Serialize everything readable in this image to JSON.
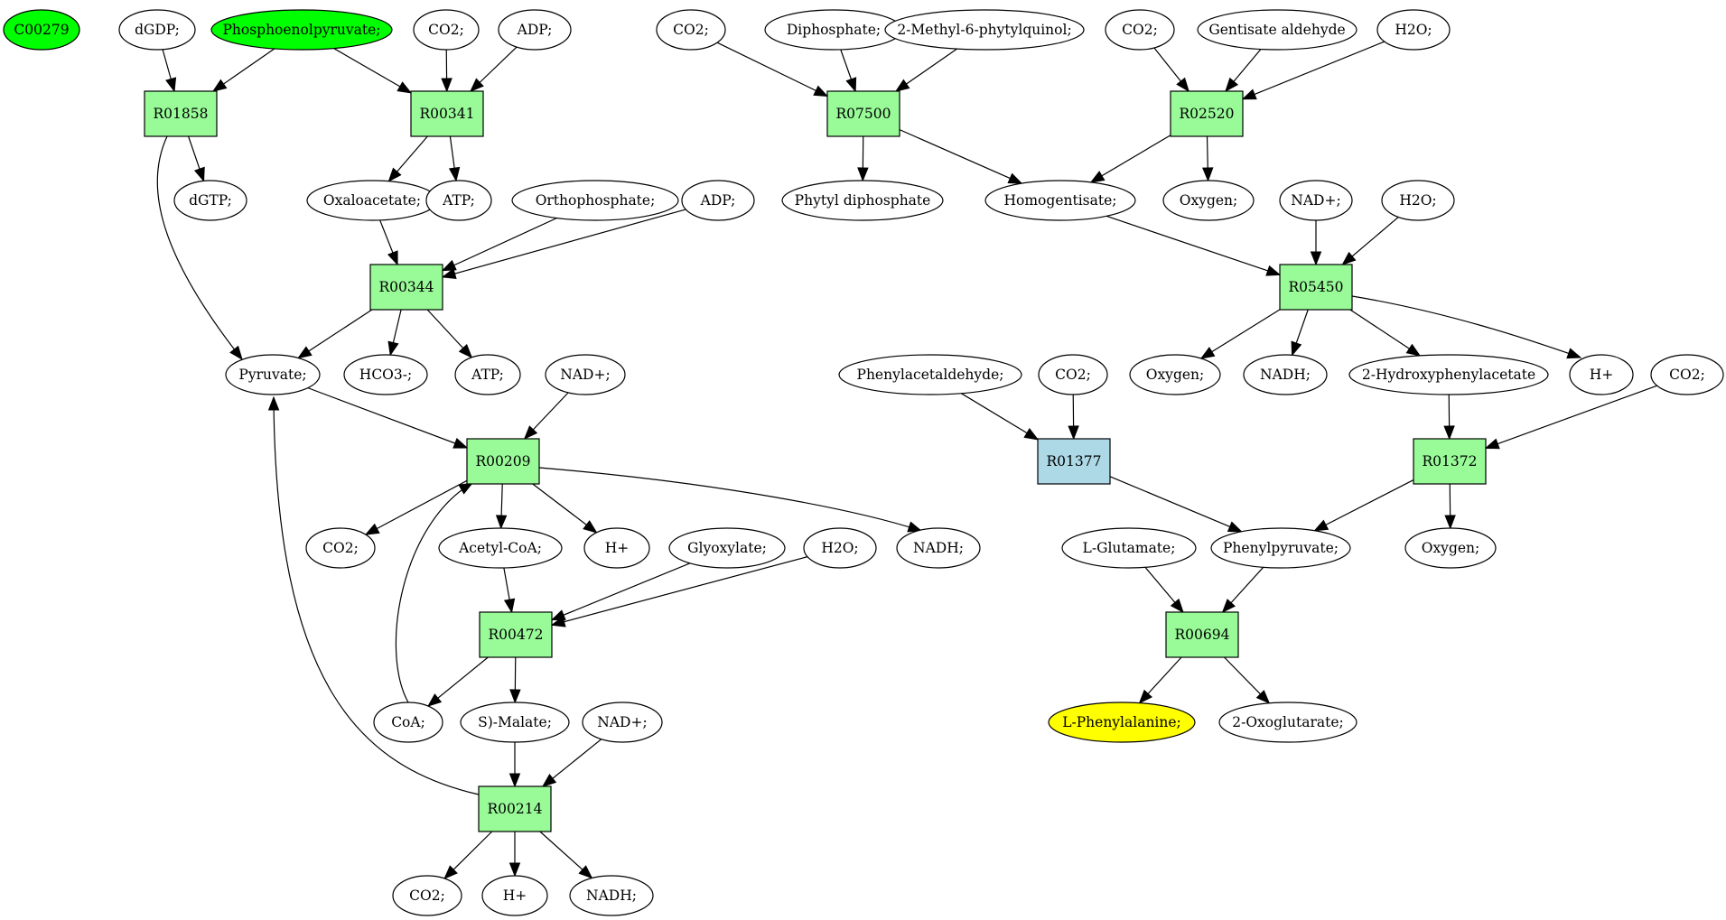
{
  "colors": {
    "reaction": "#98fb98",
    "reaction_highlight": "#add8e6",
    "compound": "#ffffff",
    "source_compound": "#00ff00",
    "target_compound": "#ffff00",
    "outline": "#000000"
  },
  "nodes": [
    {
      "id": "c00279",
      "label": "C00279",
      "kind": "compound",
      "fill": "source_compound"
    },
    {
      "id": "dgdp",
      "label": "dGDP;",
      "kind": "compound"
    },
    {
      "id": "pep",
      "label": "Phosphoenolpyruvate;",
      "kind": "compound",
      "fill": "source_compound"
    },
    {
      "id": "co2_a",
      "label": "CO2;",
      "kind": "compound"
    },
    {
      "id": "adp_a",
      "label": "ADP;",
      "kind": "compound"
    },
    {
      "id": "co2_b",
      "label": "CO2;",
      "kind": "compound"
    },
    {
      "id": "diphosphate",
      "label": "Diphosphate;",
      "kind": "compound"
    },
    {
      "id": "mpq",
      "label": "2-Methyl-6-phytylquinol;",
      "kind": "compound"
    },
    {
      "id": "co2_c",
      "label": "CO2;",
      "kind": "compound"
    },
    {
      "id": "gentisald",
      "label": "Gentisate aldehyde",
      "kind": "compound"
    },
    {
      "id": "h2o_a",
      "label": "H2O;",
      "kind": "compound"
    },
    {
      "id": "r01858",
      "label": "R01858",
      "kind": "reaction"
    },
    {
      "id": "r00341",
      "label": "R00341",
      "kind": "reaction"
    },
    {
      "id": "r07500",
      "label": "R07500",
      "kind": "reaction"
    },
    {
      "id": "r02520",
      "label": "R02520",
      "kind": "reaction"
    },
    {
      "id": "dgtp",
      "label": "dGTP;",
      "kind": "compound"
    },
    {
      "id": "oxaloacetate",
      "label": "Oxaloacetate;",
      "kind": "compound"
    },
    {
      "id": "atp_a",
      "label": "ATP;",
      "kind": "compound"
    },
    {
      "id": "orthophosphate",
      "label": "Orthophosphate;",
      "kind": "compound"
    },
    {
      "id": "adp_b",
      "label": "ADP;",
      "kind": "compound"
    },
    {
      "id": "phytyl_dp",
      "label": "Phytyl diphosphate",
      "kind": "compound"
    },
    {
      "id": "homogentisate",
      "label": "Homogentisate;",
      "kind": "compound"
    },
    {
      "id": "oxygen_a",
      "label": "Oxygen;",
      "kind": "compound"
    },
    {
      "id": "nad_a",
      "label": "NAD+;",
      "kind": "compound"
    },
    {
      "id": "h2o_b",
      "label": "H2O;",
      "kind": "compound"
    },
    {
      "id": "r00344",
      "label": "R00344",
      "kind": "reaction"
    },
    {
      "id": "r05450",
      "label": "R05450",
      "kind": "reaction"
    },
    {
      "id": "pyruvate",
      "label": "Pyruvate;",
      "kind": "compound"
    },
    {
      "id": "hco3",
      "label": "HCO3-;",
      "kind": "compound"
    },
    {
      "id": "atp_b",
      "label": "ATP;",
      "kind": "compound"
    },
    {
      "id": "nad_b",
      "label": "NAD+;",
      "kind": "compound"
    },
    {
      "id": "phenylacetaldehyde",
      "label": "Phenylacetaldehyde;",
      "kind": "compound"
    },
    {
      "id": "co2_d",
      "label": "CO2;",
      "kind": "compound"
    },
    {
      "id": "oxygen_b",
      "label": "Oxygen;",
      "kind": "compound"
    },
    {
      "id": "nadh_a",
      "label": "NADH;",
      "kind": "compound"
    },
    {
      "id": "hpa",
      "label": "2-Hydroxyphenylacetate",
      "kind": "compound"
    },
    {
      "id": "h_a",
      "label": "H+",
      "kind": "compound"
    },
    {
      "id": "co2_e",
      "label": "CO2;",
      "kind": "compound"
    },
    {
      "id": "r00209",
      "label": "R00209",
      "kind": "reaction"
    },
    {
      "id": "r01377",
      "label": "R01377",
      "kind": "reaction",
      "fill": "reaction_highlight"
    },
    {
      "id": "r01372",
      "label": "R01372",
      "kind": "reaction"
    },
    {
      "id": "co2_f",
      "label": "CO2;",
      "kind": "compound"
    },
    {
      "id": "acetylcoa",
      "label": "Acetyl-CoA;",
      "kind": "compound"
    },
    {
      "id": "h_b",
      "label": "H+",
      "kind": "compound"
    },
    {
      "id": "glyoxylate",
      "label": "Glyoxylate;",
      "kind": "compound"
    },
    {
      "id": "h2o_c",
      "label": "H2O;",
      "kind": "compound"
    },
    {
      "id": "nadh_b",
      "label": "NADH;",
      "kind": "compound"
    },
    {
      "id": "lglutamate",
      "label": "L-Glutamate;",
      "kind": "compound"
    },
    {
      "id": "phenylpyruvate",
      "label": "Phenylpyruvate;",
      "kind": "compound"
    },
    {
      "id": "oxygen_c",
      "label": "Oxygen;",
      "kind": "compound"
    },
    {
      "id": "r00472",
      "label": "R00472",
      "kind": "reaction"
    },
    {
      "id": "r00694",
      "label": "R00694",
      "kind": "reaction"
    },
    {
      "id": "coa",
      "label": "CoA;",
      "kind": "compound"
    },
    {
      "id": "smalate",
      "label": "S)-Malate;",
      "kind": "compound"
    },
    {
      "id": "nad_c",
      "label": "NAD+;",
      "kind": "compound"
    },
    {
      "id": "lphe",
      "label": "L-Phenylalanine;",
      "kind": "compound",
      "fill": "target_compound"
    },
    {
      "id": "oxoglutarate",
      "label": "2-Oxoglutarate;",
      "kind": "compound"
    },
    {
      "id": "r00214",
      "label": "R00214",
      "kind": "reaction"
    },
    {
      "id": "co2_g",
      "label": "CO2;",
      "kind": "compound"
    },
    {
      "id": "h_c",
      "label": "H+",
      "kind": "compound"
    },
    {
      "id": "nadh_c",
      "label": "NADH;",
      "kind": "compound"
    }
  ],
  "edges": [
    {
      "from": "dgdp",
      "to": "r01858"
    },
    {
      "from": "pep",
      "to": "r01858"
    },
    {
      "from": "pep",
      "to": "r00341"
    },
    {
      "from": "co2_a",
      "to": "r00341"
    },
    {
      "from": "adp_a",
      "to": "r00341"
    },
    {
      "from": "r01858",
      "to": "dgtp"
    },
    {
      "from": "r01858",
      "to": "pyruvate"
    },
    {
      "from": "r00341",
      "to": "oxaloacetate"
    },
    {
      "from": "r00341",
      "to": "atp_a"
    },
    {
      "from": "co2_b",
      "to": "r07500"
    },
    {
      "from": "diphosphate",
      "to": "r07500"
    },
    {
      "from": "mpq",
      "to": "r07500"
    },
    {
      "from": "r07500",
      "to": "phytyl_dp"
    },
    {
      "from": "r07500",
      "to": "homogentisate"
    },
    {
      "from": "co2_c",
      "to": "r02520"
    },
    {
      "from": "gentisald",
      "to": "r02520"
    },
    {
      "from": "h2o_a",
      "to": "r02520"
    },
    {
      "from": "r02520",
      "to": "homogentisate"
    },
    {
      "from": "r02520",
      "to": "oxygen_a"
    },
    {
      "from": "oxaloacetate",
      "to": "r00344"
    },
    {
      "from": "orthophosphate",
      "to": "r00344"
    },
    {
      "from": "adp_b",
      "to": "r00344"
    },
    {
      "from": "r00344",
      "to": "pyruvate"
    },
    {
      "from": "r00344",
      "to": "hco3"
    },
    {
      "from": "r00344",
      "to": "atp_b"
    },
    {
      "from": "homogentisate",
      "to": "r05450"
    },
    {
      "from": "nad_a",
      "to": "r05450"
    },
    {
      "from": "h2o_b",
      "to": "r05450"
    },
    {
      "from": "r05450",
      "to": "oxygen_b"
    },
    {
      "from": "r05450",
      "to": "nadh_a"
    },
    {
      "from": "r05450",
      "to": "hpa"
    },
    {
      "from": "r05450",
      "to": "h_a"
    },
    {
      "from": "pyruvate",
      "to": "r00209"
    },
    {
      "from": "nad_b",
      "to": "r00209"
    },
    {
      "from": "coa",
      "to": "r00209"
    },
    {
      "from": "r00209",
      "to": "co2_f"
    },
    {
      "from": "r00209",
      "to": "acetylcoa"
    },
    {
      "from": "r00209",
      "to": "h_b"
    },
    {
      "from": "r00209",
      "to": "nadh_b"
    },
    {
      "from": "phenylacetaldehyde",
      "to": "r01377"
    },
    {
      "from": "co2_d",
      "to": "r01377"
    },
    {
      "from": "r01377",
      "to": "phenylpyruvate"
    },
    {
      "from": "hpa",
      "to": "r01372"
    },
    {
      "from": "co2_e",
      "to": "r01372"
    },
    {
      "from": "r01372",
      "to": "phenylpyruvate"
    },
    {
      "from": "r01372",
      "to": "oxygen_c"
    },
    {
      "from": "acetylcoa",
      "to": "r00472"
    },
    {
      "from": "glyoxylate",
      "to": "r00472"
    },
    {
      "from": "h2o_c",
      "to": "r00472"
    },
    {
      "from": "r00472",
      "to": "coa"
    },
    {
      "from": "r00472",
      "to": "smalate"
    },
    {
      "from": "lglutamate",
      "to": "r00694"
    },
    {
      "from": "phenylpyruvate",
      "to": "r00694"
    },
    {
      "from": "r00694",
      "to": "lphe"
    },
    {
      "from": "r00694",
      "to": "oxoglutarate"
    },
    {
      "from": "smalate",
      "to": "r00214"
    },
    {
      "from": "nad_c",
      "to": "r00214"
    },
    {
      "from": "r00214",
      "to": "pyruvate"
    },
    {
      "from": "r00214",
      "to": "co2_g"
    },
    {
      "from": "r00214",
      "to": "h_c"
    },
    {
      "from": "r00214",
      "to": "nadh_c"
    }
  ]
}
